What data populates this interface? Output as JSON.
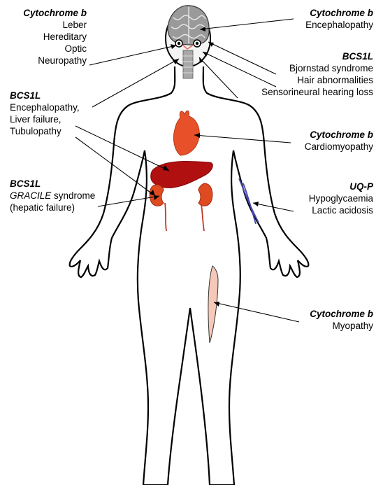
{
  "labels": {
    "lhon": {
      "gene": "Cytochrome b",
      "lines": [
        "Leber",
        "Hereditary",
        "Optic",
        "Neuropathy"
      ]
    },
    "brain": {
      "gene": "Cytochrome b",
      "lines": [
        "Encephalopathy"
      ]
    },
    "bjornstad": {
      "gene": "BCS1L",
      "lines": [
        "Bjornstad syndrome",
        "Hair abnormalities",
        "Sensorineural hearing loss"
      ]
    },
    "bcs1l_multi": {
      "gene": "BCS1L",
      "lines": [
        "Encephalopathy,",
        "Liver failure,",
        "Tubulopathy"
      ]
    },
    "cardio": {
      "gene": "Cytochrome b",
      "lines": [
        "Cardiomyopathy"
      ]
    },
    "gracile": {
      "gene": "BCS1L",
      "gracile_word": "GRACILE",
      "gracile_rest": " syndrome",
      "lines": [
        "(hepatic failure)"
      ]
    },
    "uqp": {
      "gene": "UQ-P",
      "lines": [
        "Hypoglycaemia",
        "Lactic acidosis"
      ]
    },
    "myopathy": {
      "gene": "Cytochrome b",
      "lines": [
        "Myopathy"
      ]
    }
  },
  "colors": {
    "outline": "#000000",
    "heart": "#e8502a",
    "liver": "#b01010",
    "kidney": "#e04a20",
    "vessel": "#c0392b",
    "muscle": "#f5c8b8",
    "vein": "#4a4ab0",
    "brain": "#8a8a8a"
  }
}
